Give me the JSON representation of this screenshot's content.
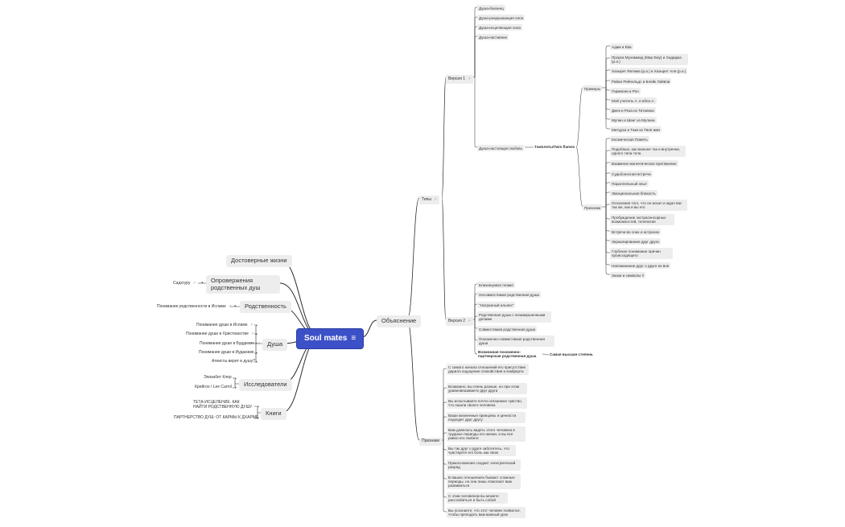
{
  "root": {
    "label": "Soul mates"
  },
  "link_icon": "↗",
  "menu_icon": "≡",
  "left": [
    {
      "label": "Достоверные жизни"
    },
    {
      "label": "Опровержения родственных душ",
      "children": [
        "Садхгуру"
      ]
    },
    {
      "label": "Родственность",
      "children": [
        "Понимание родственности в Исламе"
      ]
    },
    {
      "label": "Душа",
      "children": [
        "Понимание души в Исламе",
        "Понимание души в Христианстве",
        "Понимание души в Буддизме",
        "Понимание души в Иудаизме",
        "Атеисты верят в душу?"
      ]
    },
    {
      "label": "Исследователи",
      "children": [
        "Элизабет Клер",
        "Крейгон / Lee Carrol"
      ]
    },
    {
      "label": "Книги",
      "children": [
        "ТЕТА-ИСЦЕЛЕНИЕ. КАК НАЙТИ РОДСТВЕННУЮ ДУШУ",
        "ПАРТНЕРСТВО ДУШ: ОТ КАРМЫ К ДХАРМЕ"
      ]
    }
  ],
  "right": {
    "label": "Объяснение",
    "types": {
      "label": "Типы",
      "v1": {
        "label": "Версия 1",
        "items": [
          "Душа-близнец",
          "Душа-разрушающая сила",
          "Душа-исцеляющая сила",
          "Душа-наставник"
        ],
        "love": {
          "label": "Душа-настоящая любовь",
          "tf": {
            "label": "Тэмплеты/Twin flames",
            "examples": {
              "label": "Примеры",
              "items": [
                "Адам и Ева",
                "Пророк Мухаммад (Мир Ему) и Хадиджа (р.а.)",
                "Хазырет Фатима (р.а.) и Хазырет Али (р.а.)",
                "Райан Рейнольдс и Блейк Лайвли",
                "Гермиона и Рон",
                "Мой учитель А. и абла А.",
                "Джек и Роза из Титаника",
                "Мулан и Шанг из Мулана",
                "Митцуха и Таки из Твоё имя"
              ]
            },
            "signs": {
              "label": "Признаки",
              "items": [
                "Космическая Память",
                "Подобные, как внешне так и внутренне, одного типа тела",
                "Взаимное магнетическое притяжение",
                "Судьбоносная встреча",
                "Параллельный опыт",
                "Эмоциональная близость",
                "Осознание того, что он искал и ждал вас так же, как и вы его",
                "Пробуждение экстрасенсорных возможностей, телепатия",
                "Встречи во снах и астралах",
                "Зеркалирование друг друга",
                "Глубокое понимание причин происходящего",
                "Напоминание друг о друге из вне",
                "Знаки и символы !!"
              ]
            }
          }
        }
      },
      "v2": {
        "label": "Версия 2",
        "items": [
          "Близнецовое пламя",
          "Несовместимая родственная душа",
          "\"Натранный альянс\"",
          "Родственная душа с незавершенными делами",
          "Совместимая родственная душа",
          "Похоженно-совместимая родственная душа",
          "Возможная похоженно-партнерская родственная душа"
        ],
        "highest": "Самая высшая степень"
      }
    },
    "signs": {
      "label": "Признаки",
      "items": [
        "С самого начала отношений его присутствие дарило ощущение спокойствия и комфорта",
        "Возможно, вы очень разные, но при этом уравновешиваете друг друга",
        "Вы испытываете почти осязаемое чувство, что нашли своего человека",
        "Ваши жизненные принципы и ценности подходят друг другу",
        "Вам довелось видеть этого человека в трудные периоды его жизни, и вы все равно его любите",
        "Вы так друг о друге заботитесь, что чувствуете его боль как свою",
        "Прикосновение создает электрический разряд",
        "В ваших отношениях бывают сложные периоды, но они лишь помогают вам развиваться",
        "С этим человеком вы можете расслабиться и быть собой",
        "Вы осознаете, что этот человек появился, чтобы преподать вам важный урок"
      ]
    }
  }
}
